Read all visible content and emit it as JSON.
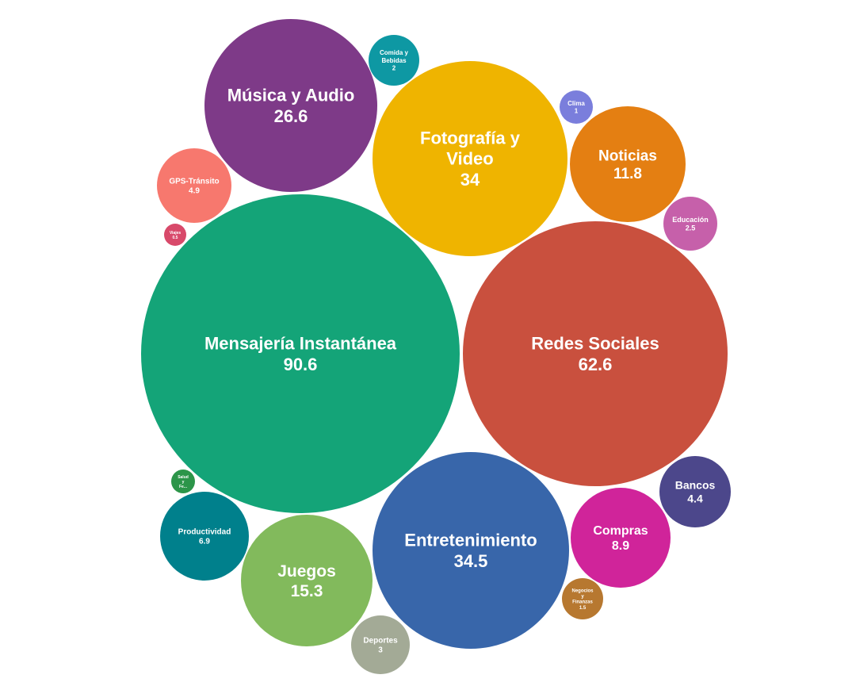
{
  "chart_data": {
    "type": "bubble",
    "title": "",
    "series": [
      {
        "label": "Mensajería Instantánea",
        "value": 90.6,
        "value_text": "90.6",
        "color": "#14a478"
      },
      {
        "label": "Redes Sociales",
        "value": 62.6,
        "value_text": "62.6",
        "color": "#c9503e"
      },
      {
        "label": "Entretenimiento",
        "value": 34.5,
        "value_text": "34.5",
        "color": "#3866aa"
      },
      {
        "label": "Fotografía y Video",
        "value": 34,
        "value_text": "34",
        "color": "#efb400"
      },
      {
        "label": "Música y Audio",
        "value": 26.6,
        "value_text": "26.6",
        "color": "#7e3a88"
      },
      {
        "label": "Juegos",
        "value": 15.3,
        "value_text": "15.3",
        "color": "#82ba5c"
      },
      {
        "label": "Noticias",
        "value": 11.8,
        "value_text": "11.8",
        "color": "#e47f12"
      },
      {
        "label": "Compras",
        "value": 8.9,
        "value_text": "8.9",
        "color": "#d0249a"
      },
      {
        "label": "Productividad",
        "value": 6.9,
        "value_text": "6.9",
        "color": "#00808c"
      },
      {
        "label": "GPS-Tránsito",
        "value": 4.9,
        "value_text": "4.9",
        "color": "#f7786e"
      },
      {
        "label": "Bancos",
        "value": 4.4,
        "value_text": "4.4",
        "color": "#4c478b"
      },
      {
        "label": "Deportes",
        "value": 3,
        "value_text": "3",
        "color": "#a3aa96"
      },
      {
        "label": "Educación",
        "value": 2.5,
        "value_text": "2.5",
        "color": "#c660aa"
      },
      {
        "label": "Comida y Bebidas",
        "value": 2,
        "value_text": "2",
        "color": "#0e98a3"
      },
      {
        "label": "Negocios y Finanzas",
        "value": 1.5,
        "value_text": "1.5",
        "color": "#b77830"
      },
      {
        "label": "Clima",
        "value": 1,
        "value_text": "1",
        "color": "#7a7edc"
      },
      {
        "label": "Salud y Fe...",
        "value": 0.6,
        "value_text": "",
        "color": "#2c9549"
      },
      {
        "label": "Viajes",
        "value": 0.5,
        "value_text": "0.5",
        "color": "#d8496a"
      }
    ]
  }
}
